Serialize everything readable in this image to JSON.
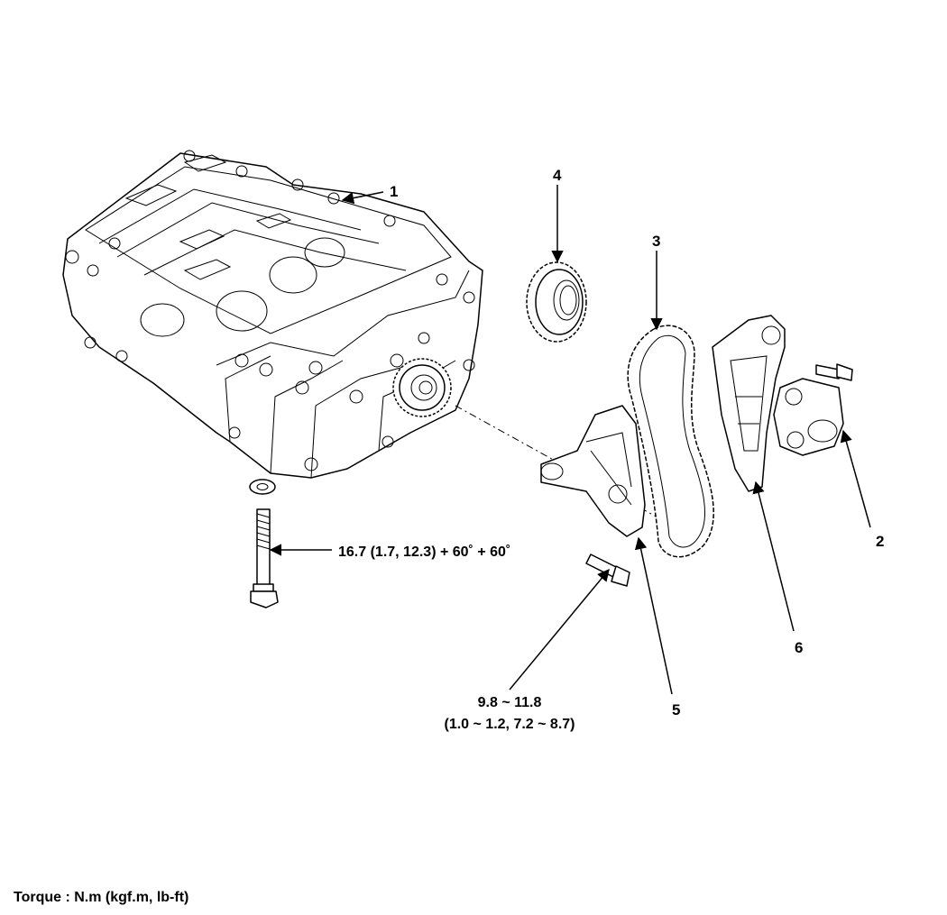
{
  "callouts": {
    "c1": "1",
    "c2": "2",
    "c3": "3",
    "c4": "4",
    "c5": "5",
    "c6": "6"
  },
  "torque": {
    "bolt_main": "16.7 (1.7, 12.3) + 60˚ + 60˚",
    "bolt_small_line1": "9.8 ~ 11.8",
    "bolt_small_line2": "(1.0 ~ 1.2, 7.2 ~ 8.7)"
  },
  "legend": {
    "units": "Torque : N.m (kgf.m, lb-ft)"
  }
}
